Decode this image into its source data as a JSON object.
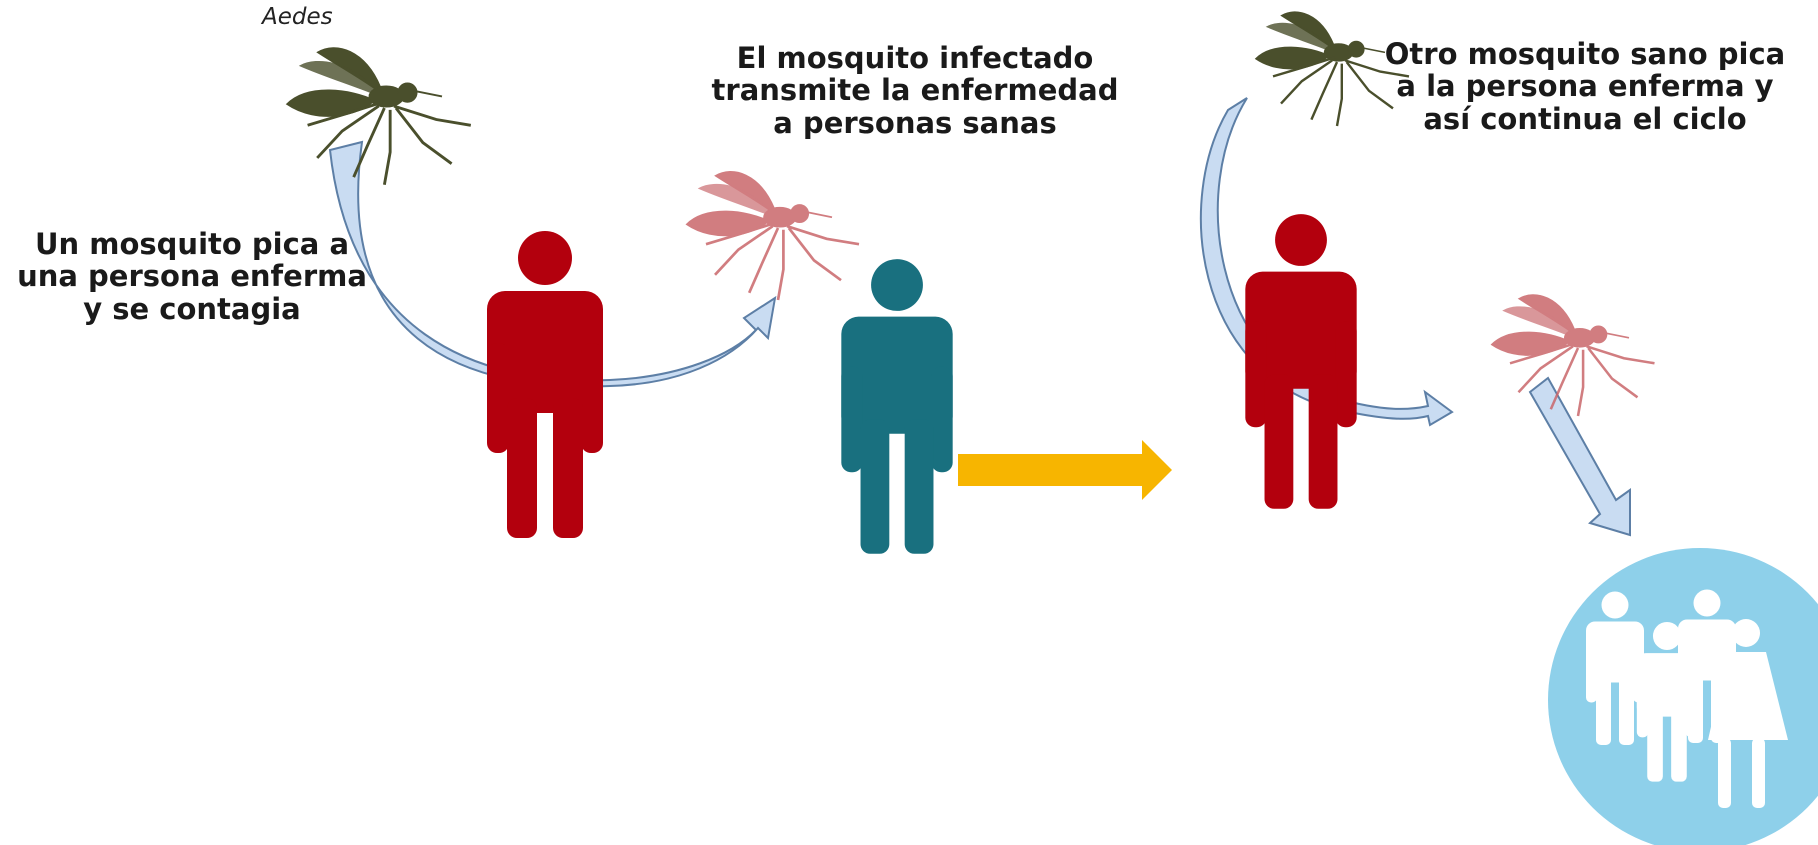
{
  "labels": {
    "species": "Aedes",
    "step1_lines": [
      "Un mosquito pica a",
      "una persona enferma",
      "y se contagia"
    ],
    "step2_lines": [
      "El mosquito infectado",
      "transmite la enfermedad",
      "a personas sanas"
    ],
    "step3_lines": [
      "Otro mosquito sano pica",
      "a la persona enferma y",
      "así continua el ciclo"
    ]
  },
  "colors": {
    "sick_person": "#b3000d",
    "healthy_person": "#19707f",
    "curved_arrow_fill": "#c9dcf2",
    "curved_arrow_stroke": "#5d7fa6",
    "progress_arrow": "#f7b500",
    "community_circle": "#8ed0ea",
    "healthy_mosquito": "#4a4f2c",
    "infected_mosquito": "#c9676b"
  },
  "icons": {
    "healthy_mosquito": "mosquito-icon",
    "infected_mosquito": "infected-mosquito-icon",
    "sick_person": "sick-person-icon",
    "healthy_person": "healthy-person-icon",
    "community": "community-people-icon"
  }
}
